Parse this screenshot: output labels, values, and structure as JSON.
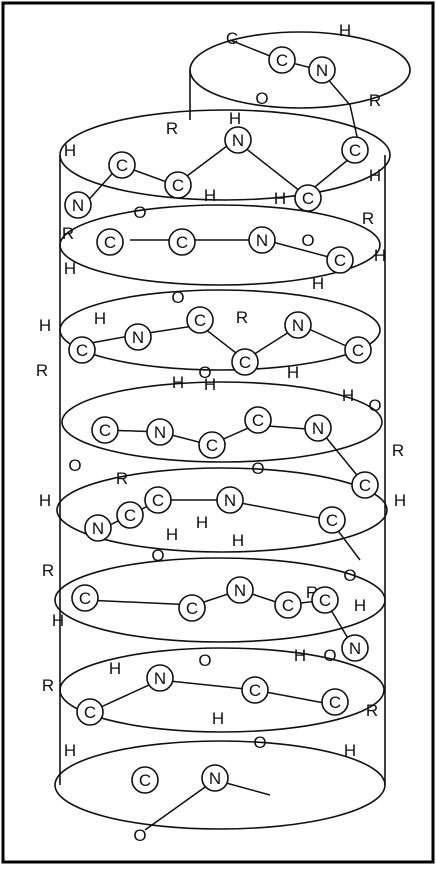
{
  "figure": {
    "labels": {
      "C": "C",
      "N": "N",
      "H": "H",
      "O": "O",
      "R": "R"
    }
  }
}
